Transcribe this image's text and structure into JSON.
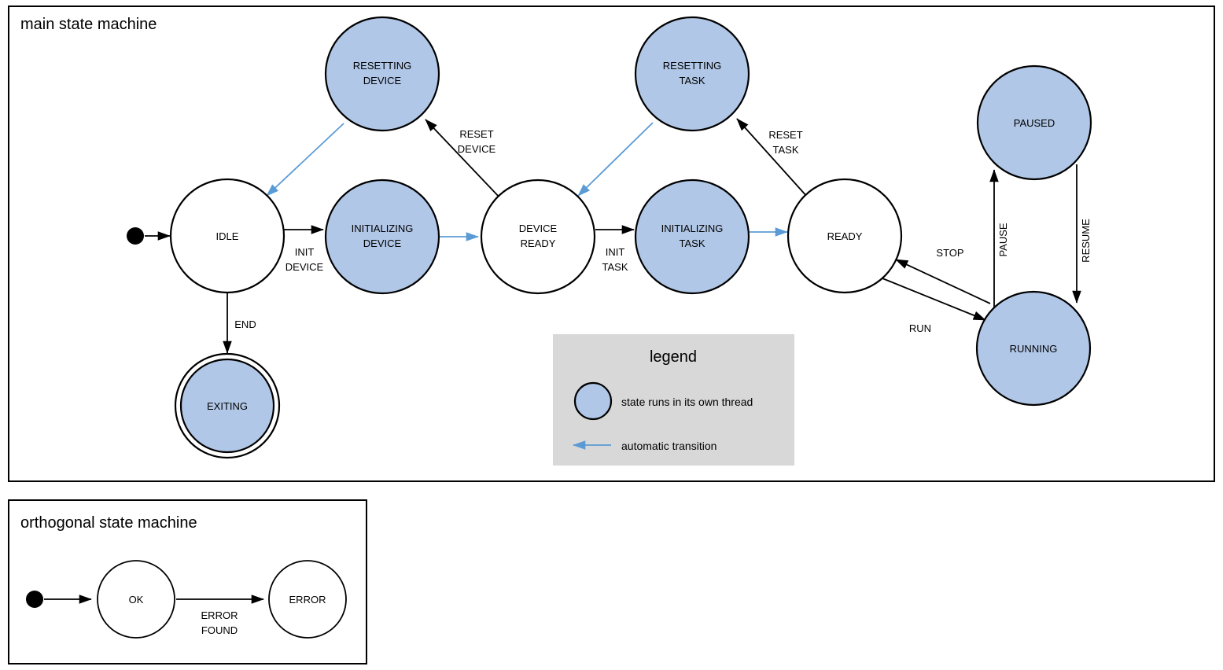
{
  "frames": [
    {
      "id": "main",
      "title": "main state machine"
    },
    {
      "id": "orthogonal",
      "title": "orthogonal state machine"
    }
  ],
  "colors": {
    "thread_state_fill": "#b1c7e7",
    "automatic_transition": "#5b9bd5",
    "legend_background": "#d8d8d8",
    "stroke": "#000000",
    "frame_background": "#ffffff"
  },
  "main_machine": {
    "states": [
      {
        "id": "idle",
        "label": "IDLE",
        "thread": false,
        "final": false
      },
      {
        "id": "initializing_device",
        "label_line1": "INITIALIZING",
        "label_line2": "DEVICE",
        "thread": true,
        "final": false
      },
      {
        "id": "resetting_device",
        "label_line1": "RESETTING",
        "label_line2": "DEVICE",
        "thread": true,
        "final": false
      },
      {
        "id": "device_ready",
        "label_line1": "DEVICE",
        "label_line2": "READY",
        "thread": false,
        "final": false
      },
      {
        "id": "initializing_task",
        "label_line1": "INITIALIZING",
        "label_line2": "TASK",
        "thread": true,
        "final": false
      },
      {
        "id": "resetting_task",
        "label_line1": "RESETTING",
        "label_line2": "TASK",
        "thread": true,
        "final": false
      },
      {
        "id": "ready",
        "label": "READY",
        "thread": false,
        "final": false
      },
      {
        "id": "paused",
        "label": "PAUSED",
        "thread": true,
        "final": false
      },
      {
        "id": "running",
        "label": "RUNNING",
        "thread": true,
        "final": false
      },
      {
        "id": "exiting",
        "label": "EXITING",
        "thread": true,
        "final": true
      }
    ],
    "transitions": [
      {
        "from": "start",
        "to": "idle",
        "label": "",
        "automatic": false
      },
      {
        "from": "idle",
        "to": "initializing_device",
        "label_line1": "INIT",
        "label_line2": "DEVICE",
        "automatic": false
      },
      {
        "from": "initializing_device",
        "to": "device_ready",
        "label": "",
        "automatic": true
      },
      {
        "from": "device_ready",
        "to": "resetting_device",
        "label_line1": "RESET",
        "label_line2": "DEVICE",
        "automatic": false
      },
      {
        "from": "resetting_device",
        "to": "idle",
        "label": "",
        "automatic": true
      },
      {
        "from": "idle",
        "to": "exiting",
        "label": "END",
        "automatic": false
      },
      {
        "from": "device_ready",
        "to": "initializing_task",
        "label_line1": "INIT",
        "label_line2": "TASK",
        "automatic": false
      },
      {
        "from": "initializing_task",
        "to": "ready",
        "label": "",
        "automatic": true
      },
      {
        "from": "ready",
        "to": "resetting_task",
        "label_line1": "RESET",
        "label_line2": "TASK",
        "automatic": false
      },
      {
        "from": "resetting_task",
        "to": "device_ready",
        "label": "",
        "automatic": true
      },
      {
        "from": "ready",
        "to": "running",
        "label": "RUN",
        "automatic": false
      },
      {
        "from": "running",
        "to": "ready",
        "label": "STOP",
        "automatic": false
      },
      {
        "from": "running",
        "to": "paused",
        "label": "PAUSE",
        "automatic": false,
        "rotated": true
      },
      {
        "from": "paused",
        "to": "running",
        "label": "RESUME",
        "automatic": false,
        "rotated": true
      }
    ]
  },
  "orthogonal_machine": {
    "states": [
      {
        "id": "ok",
        "label": "OK",
        "thread": false,
        "final": false
      },
      {
        "id": "error",
        "label": "ERROR",
        "thread": false,
        "final": false
      }
    ],
    "transitions": [
      {
        "from": "start",
        "to": "ok",
        "label": ""
      },
      {
        "from": "ok",
        "to": "error",
        "label_line1": "ERROR",
        "label_line2": "FOUND"
      }
    ]
  },
  "legend": {
    "title": "legend",
    "items": [
      {
        "kind": "circle",
        "label": "state runs in its own thread"
      },
      {
        "kind": "arrow",
        "label": "automatic transition"
      }
    ]
  }
}
